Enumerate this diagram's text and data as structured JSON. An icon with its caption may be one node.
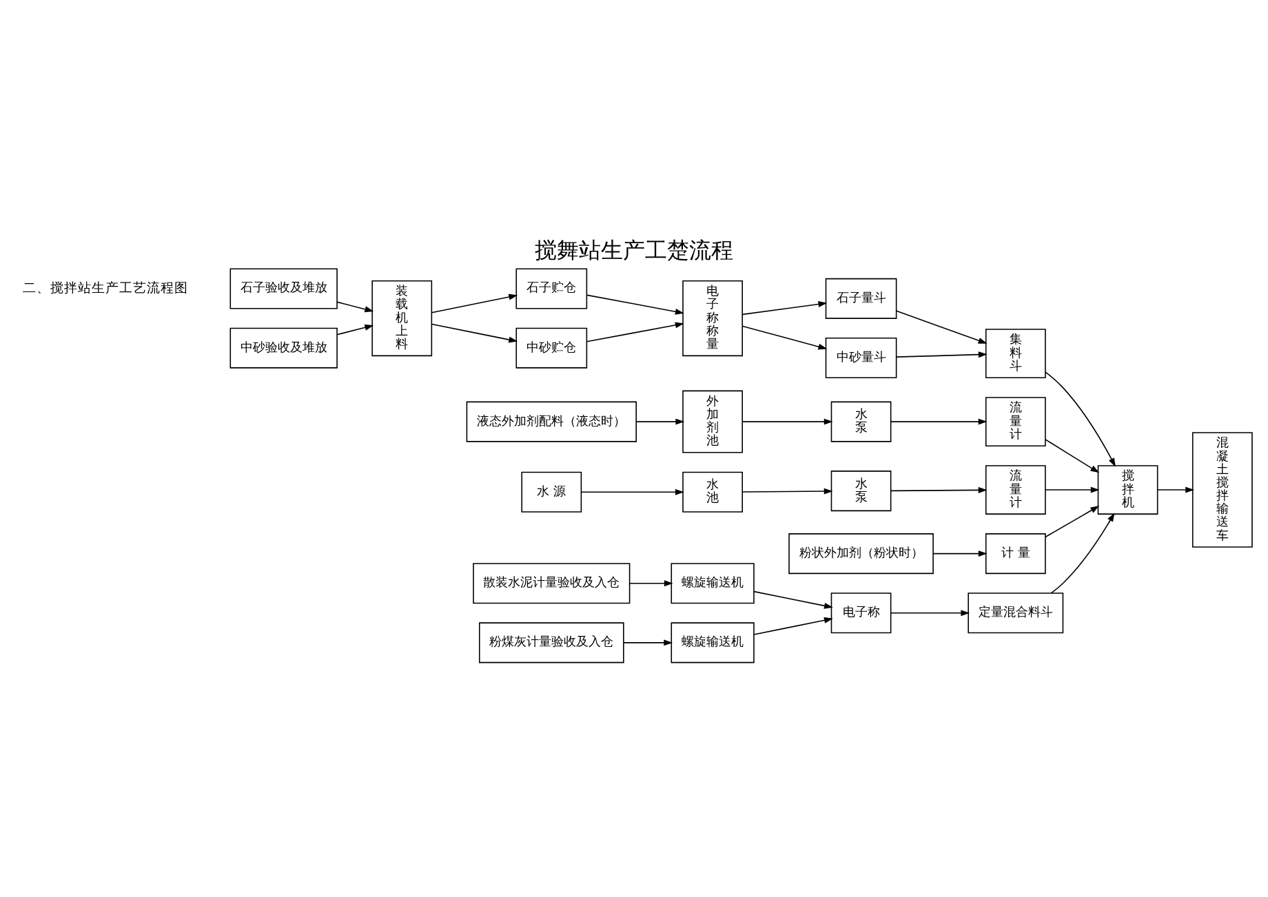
{
  "diagram": {
    "title": "搅舞站生产工楚流程",
    "nodes": [
      {
        "text": [
          "石子验收及堆放"
        ]
      },
      {
        "text": [
          "中砂验收及堆放"
        ]
      },
      {
        "text": [
          "装载机上料"
        ]
      },
      {
        "text": [
          "石子贮仓"
        ]
      },
      {
        "text": [
          "中砂贮仓"
        ]
      },
      {
        "text": [
          "电子称称量"
        ]
      },
      {
        "text": [
          "石子量斗"
        ]
      },
      {
        "text": [
          "中砂量斗"
        ]
      },
      {
        "text": [
          "集料斗"
        ]
      },
      {
        "text": [
          "液态外加剂配料（液态时）"
        ]
      },
      {
        "text": [
          "外加剂池"
        ]
      },
      {
        "text": [
          "水泵"
        ]
      },
      {
        "text": [
          "流量计"
        ]
      },
      {
        "text": [
          "搅拌机"
        ]
      },
      {
        "text": [
          "混凝土搅拌输送车"
        ]
      },
      {
        "text": [
          "水 源"
        ]
      },
      {
        "text": [
          "水池"
        ]
      },
      {
        "text": [
          "水泵"
        ]
      },
      {
        "text": [
          "流量计"
        ]
      },
      {
        "text": [
          "粉状外加剂（粉状时）"
        ]
      },
      {
        "text": [
          "计 量"
        ]
      },
      {
        "text": [
          "散装水泥计量验收及入仓"
        ]
      },
      {
        "text": [
          "螺旋输送机"
        ]
      },
      {
        "text": [
          "电子称"
        ]
      },
      {
        "text": [
          "定量混合料斗"
        ]
      },
      {
        "text": [
          "粉煤灰计量验收及入仓"
        ]
      },
      {
        "text": [
          "螺旋输送机"
        ]
      }
    ],
    "edges": [
      {
        "from": 0,
        "to": 2,
        "arrow": "to"
      },
      {
        "from": 1,
        "to": 2,
        "arrow": "to"
      },
      {
        "from": 2,
        "to": 3,
        "arrow": "to"
      },
      {
        "from": 2,
        "to": 4,
        "arrow": "to"
      },
      {
        "from": 3,
        "to": 5,
        "arrow": "to"
      },
      {
        "from": 4,
        "to": 5,
        "arrow": "to"
      },
      {
        "from": 5,
        "to": 6,
        "arrow": "to"
      },
      {
        "from": 5,
        "to": 7,
        "arrow": "to"
      },
      {
        "from": 6,
        "to": 8,
        "arrow": "to"
      },
      {
        "from": 7,
        "to": 8,
        "arrow": "to"
      },
      {
        "from": 8,
        "to": 13,
        "arrow": "to"
      },
      {
        "from": 9,
        "to": 10,
        "arrow": "to"
      },
      {
        "from": 10,
        "to": 11,
        "arrow": "to"
      },
      {
        "from": 11,
        "to": 12,
        "arrow": "to"
      },
      {
        "from": 12,
        "to": 13,
        "arrow": "to"
      },
      {
        "from": 13,
        "to": 14,
        "arrow": "to"
      },
      {
        "from": 15,
        "to": 16,
        "arrow": "to"
      },
      {
        "from": 16,
        "to": 17,
        "arrow": "to"
      },
      {
        "from": 17,
        "to": 18,
        "arrow": "to"
      },
      {
        "from": 18,
        "to": 13,
        "arrow": "to"
      },
      {
        "from": 19,
        "to": 20,
        "arrow": "to"
      },
      {
        "from": 20,
        "to": 13,
        "arrow": "to"
      },
      {
        "from": 21,
        "to": 22,
        "arrow": "to"
      },
      {
        "from": 22,
        "to": 23,
        "arrow": "to"
      },
      {
        "from": 23,
        "to": 24,
        "arrow": "to"
      },
      {
        "from": 24,
        "to": 13,
        "arrow": "to"
      },
      {
        "from": 25,
        "to": 26,
        "arrow": "to"
      },
      {
        "from": 26,
        "to": 23,
        "arrow": "to"
      }
    ],
    "labels": [
      "二、搅拌站生产工艺流程图"
    ]
  }
}
